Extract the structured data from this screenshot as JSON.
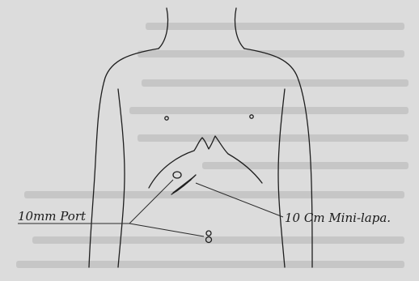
{
  "figure": {
    "subject": "abdominal torso outline",
    "ink_color": "#1e1e1e",
    "paper_color": "#dcdcdc"
  },
  "labels": {
    "left": "10mm Port",
    "right": "10 Cm Mini-lapa."
  }
}
